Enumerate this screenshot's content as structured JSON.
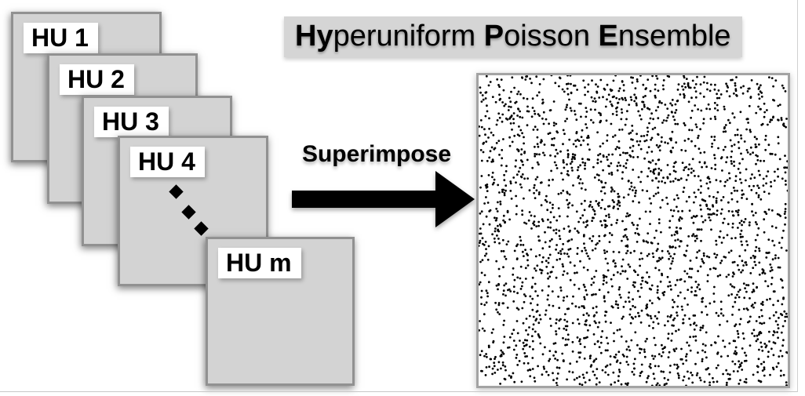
{
  "title": {
    "parts": [
      {
        "bold": "Hy",
        "regular": "peruniform"
      },
      {
        "bold": "P",
        "regular": "oisson"
      },
      {
        "bold": "E",
        "regular": "nsemble"
      }
    ]
  },
  "stack": {
    "squares": [
      {
        "label": "HU 1"
      },
      {
        "label": "HU 2"
      },
      {
        "label": "HU 3"
      },
      {
        "label": "HU 4"
      },
      {
        "label": "HU m"
      }
    ],
    "ellipsis_dot_count": 3
  },
  "arrow": {
    "label": "Superimpose",
    "color": "#000000"
  },
  "point_pattern": {
    "dot_count": 2550,
    "dot_radius": 1.4,
    "dot_color": "#000000",
    "seed": 123456789
  },
  "colors": {
    "square_fill": "#d3d3d3",
    "square_border": "#919191",
    "label_background": "#ffffff",
    "title_background": "#d5d5d5",
    "text": "#000000",
    "pattern_background": "#ffffff",
    "pattern_border": "#a3a3a3",
    "slide_edge": "#c8c8c8"
  }
}
